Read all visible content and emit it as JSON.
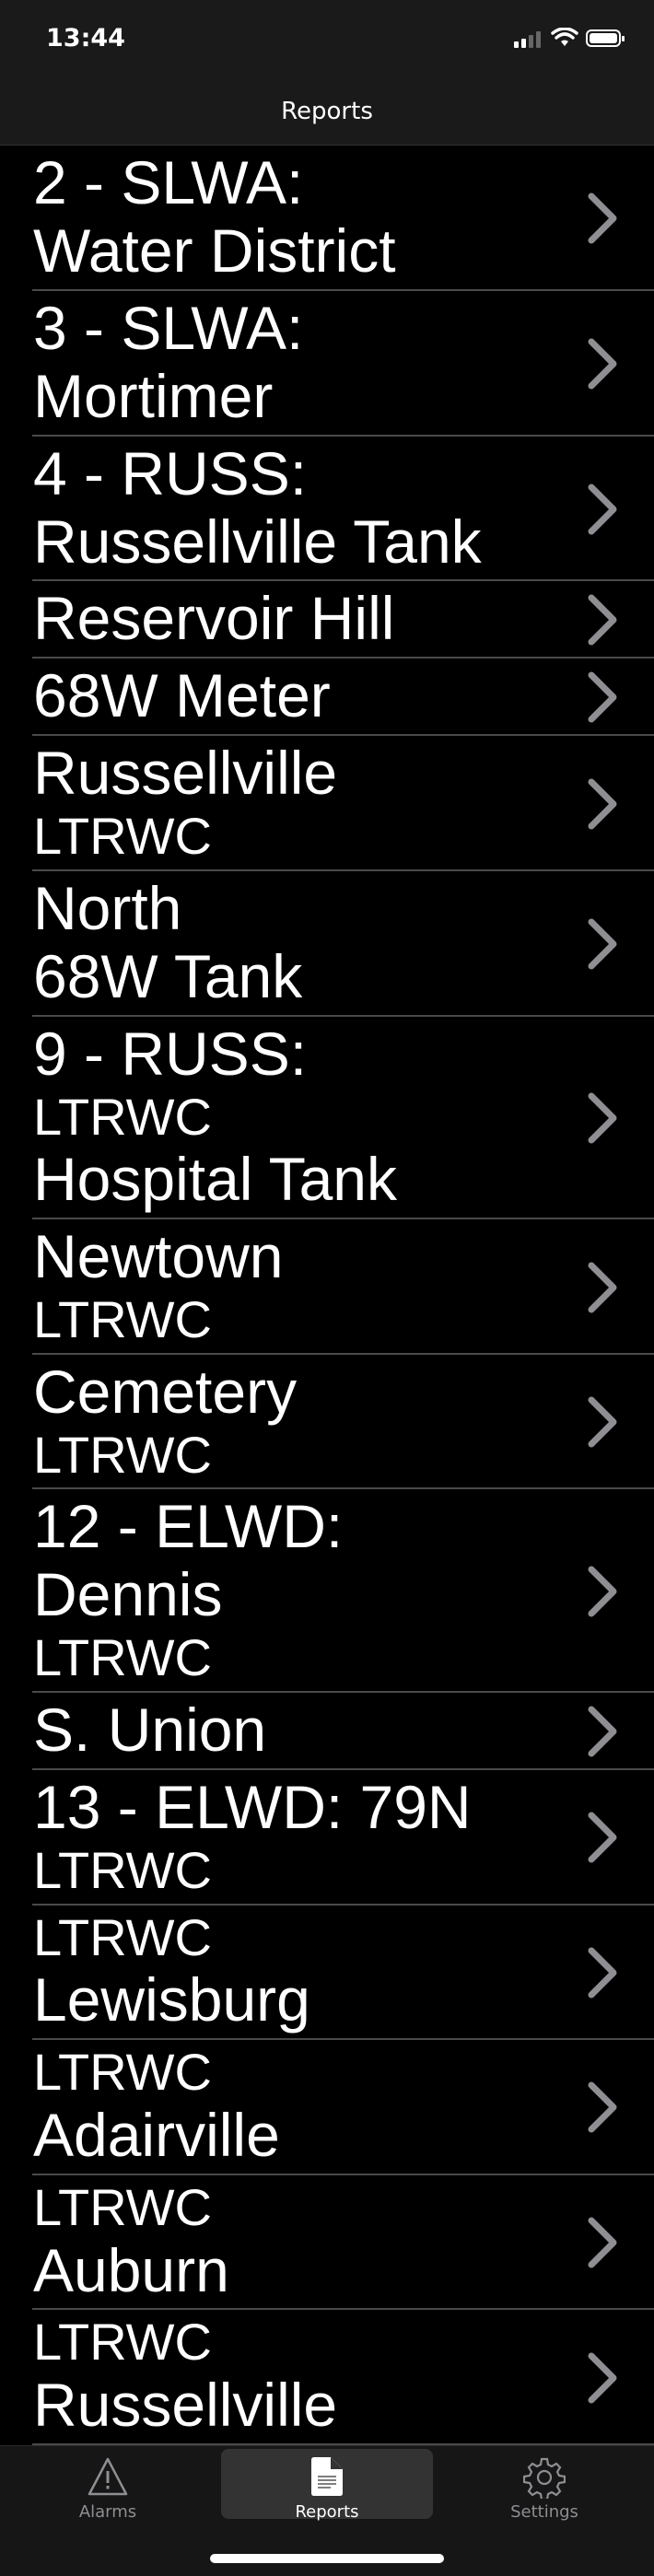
{
  "status_bar": {
    "time": "13:44"
  },
  "nav": {
    "title": "Reports"
  },
  "rows": [
    {
      "texts": [
        "2 - SLWA:",
        "Water District"
      ]
    },
    {
      "texts": [
        "3 - SLWA:",
        "Mortimer"
      ]
    },
    {
      "texts": [
        "4 - RUSS:",
        "Russellville Tank"
      ]
    },
    {
      "texts": [
        "Reservoir Hill"
      ]
    },
    {
      "texts": [
        "68W Meter"
      ]
    },
    {
      "texts": [
        "Russellville",
        "LTRWC"
      ]
    },
    {
      "texts": [
        "North",
        "68W Tank"
      ]
    },
    {
      "texts": [
        "9 - RUSS:",
        "LTRWC",
        "Hospital Tank"
      ]
    },
    {
      "texts": [
        "Newtown",
        "LTRWC"
      ]
    },
    {
      "texts": [
        "Cemetery",
        "LTRWC"
      ]
    },
    {
      "texts": [
        "12 - ELWD:",
        "Dennis",
        "LTRWC"
      ]
    },
    {
      "texts": [
        "S. Union"
      ]
    },
    {
      "texts": [
        "13 - ELWD: 79N",
        "LTRWC"
      ]
    },
    {
      "texts": [
        "LTRWC",
        "Lewisburg"
      ]
    },
    {
      "texts": [
        "LTRWC",
        "Adairville"
      ]
    },
    {
      "texts": [
        "LTRWC",
        "Auburn"
      ]
    },
    {
      "texts": [
        "LTRWC",
        "Russellville"
      ]
    }
  ],
  "tabs": [
    {
      "label": "Alarms",
      "icon": "warning-triangle-icon"
    },
    {
      "label": "Reports",
      "icon": "document-icon",
      "selected": true
    },
    {
      "label": "Settings",
      "icon": "gear-icon"
    }
  ],
  "colors": {
    "chevron": "#8e8e93",
    "separator": "#4a4a4a",
    "bar": "#1a1a1a"
  }
}
